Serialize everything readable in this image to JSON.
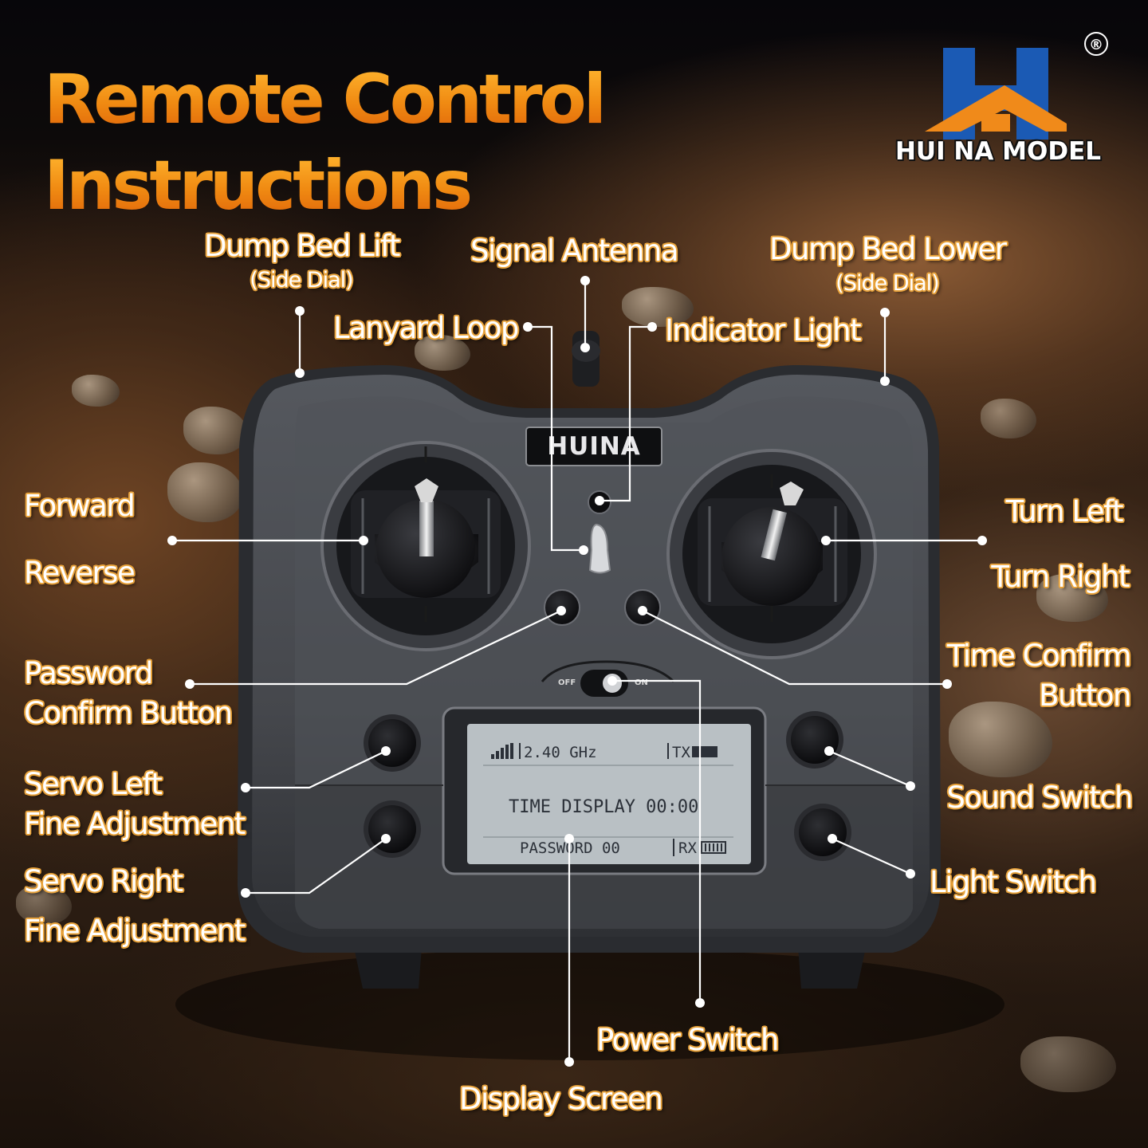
{
  "header": {
    "title_line1": "Remote Control",
    "title_line2": "Instructions"
  },
  "brand": {
    "name": "HUI NA MODEL",
    "registered_mark": "®",
    "device_badge": "HUINA",
    "colors": {
      "blue": "#1b5ab4",
      "orange": "#f08a1a"
    }
  },
  "labels": {
    "dump_bed_lift": "Dump Bed Lift",
    "dump_bed_lift_note": "(Side Dial)",
    "signal_antenna": "Signal Antenna",
    "dump_bed_lower": "Dump Bed Lower",
    "dump_bed_lower_note": "(Side Dial)",
    "lanyard_loop": "Lanyard Loop",
    "indicator_light": "Indicator Light",
    "forward": "Forward",
    "reverse": "Reverse",
    "turn_left": "Turn Left",
    "turn_right": "Turn Right",
    "password_confirm_line1": "Password",
    "password_confirm_line2": "Confirm Button",
    "time_confirm_line1": "Time Confirm",
    "time_confirm_line2": "Button",
    "servo_left_line1": "Servo Left",
    "servo_left_line2": "Fine Adjustment",
    "sound_switch": "Sound Switch",
    "servo_right_line1": "Servo Right",
    "servo_right_line2": "Fine Adjustment",
    "light_switch": "Light Switch",
    "power_switch": "Power Switch",
    "display_screen": "Display Screen"
  },
  "power": {
    "off_label": "OFF",
    "on_label": "ON"
  },
  "lcd": {
    "frequency": "2.40 GHz",
    "tx": "TX",
    "time_display": "TIME DISPLAY 00:00",
    "password": "PASSWORD  00",
    "rx": "RX"
  },
  "colors": {
    "label_outline": "#e8a23a",
    "title_gradient_top": "#ffb52e",
    "title_gradient_bottom": "#e0660a",
    "controller_body": "#4a4c52",
    "lcd_background": "#b9c0c4"
  }
}
